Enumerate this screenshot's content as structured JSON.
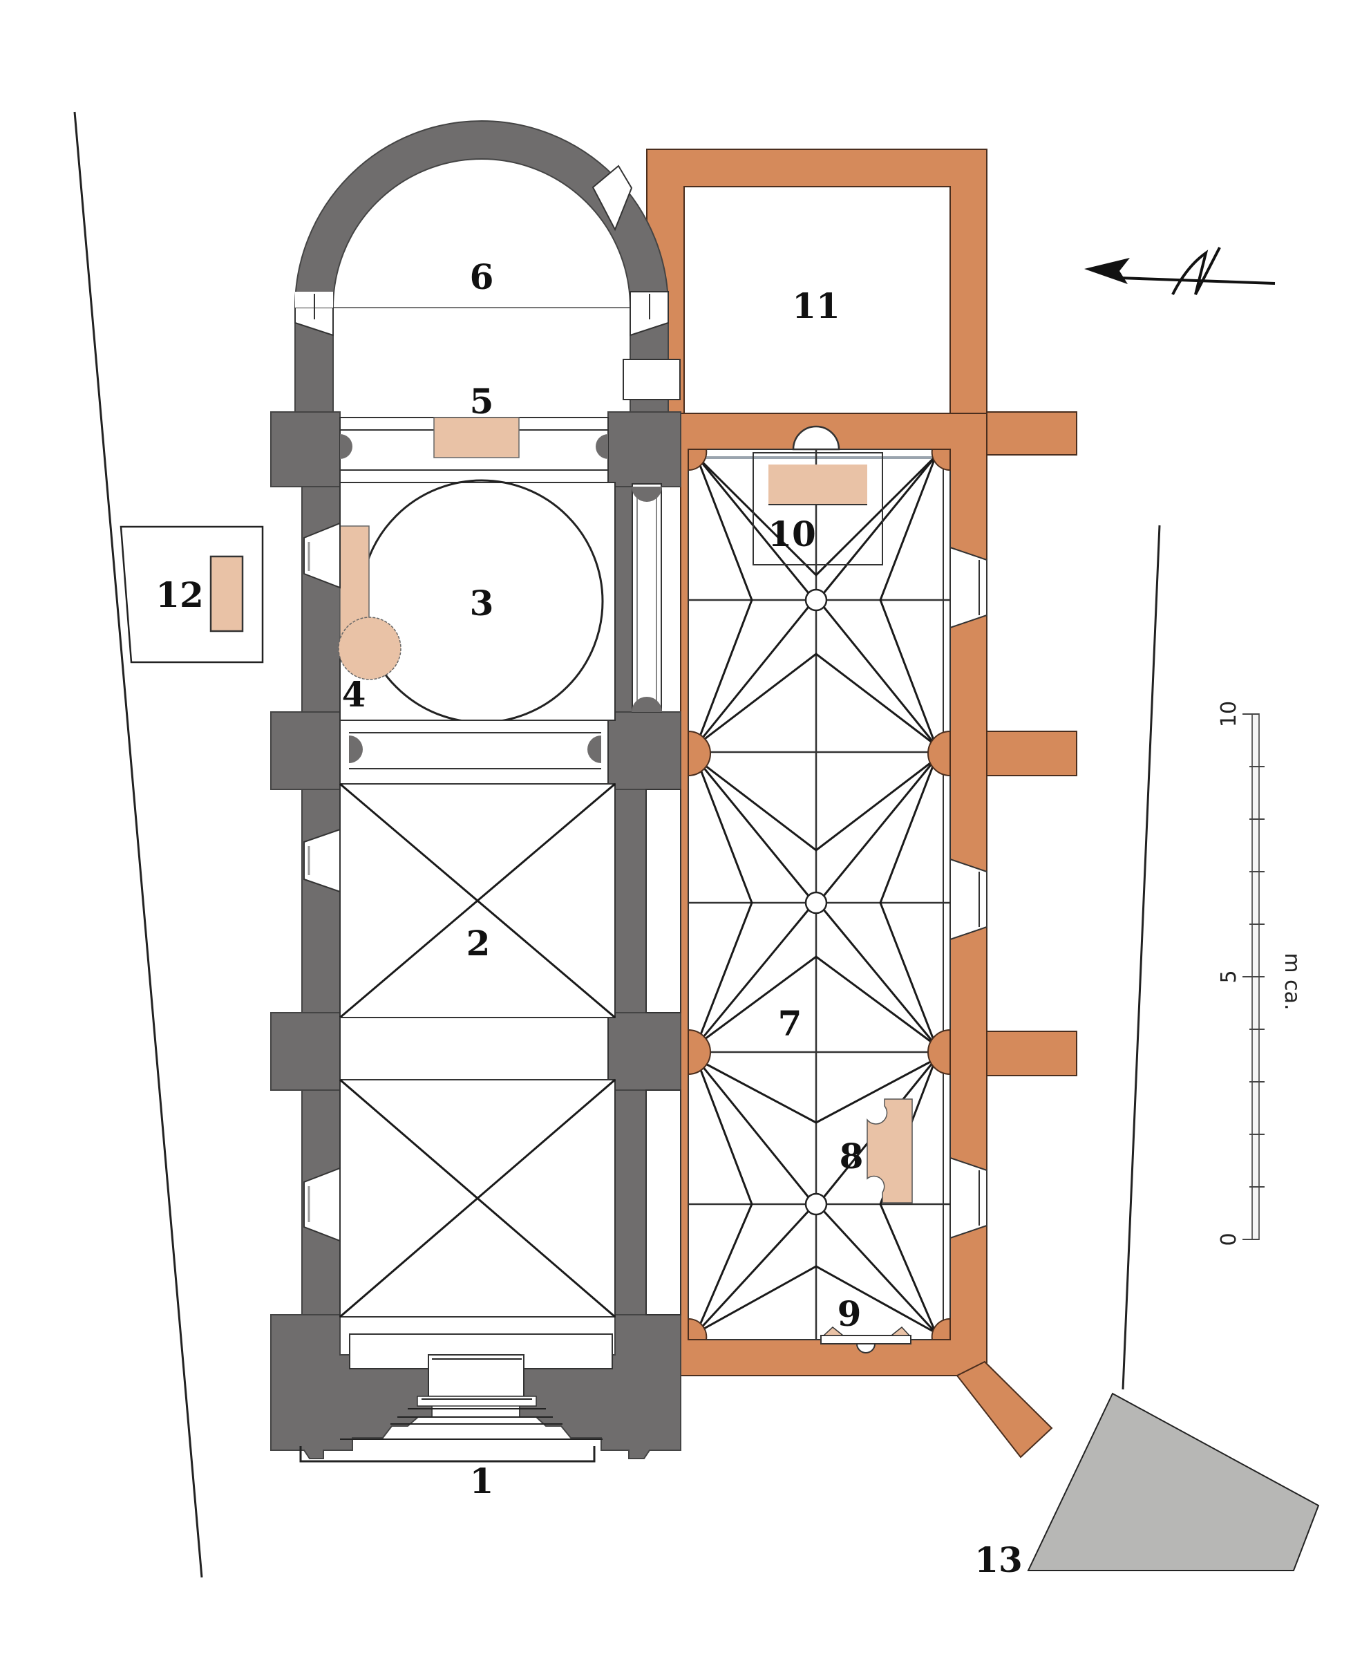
{
  "figure": {
    "type": "architectural-floor-plan",
    "colors": {
      "romanesque_wall": "#6f6d6d",
      "gothic_wall": "#d58a5b",
      "excavated_remains": "#e9c2a6",
      "adjacent_building": "#b7b7b5",
      "background": "#ffffff",
      "line": "#222222"
    }
  },
  "labels": {
    "l1": "1",
    "l2": "2",
    "l3": "3",
    "l4": "4",
    "l5": "5",
    "l6": "6",
    "l7": "7",
    "l8": "8",
    "l9": "9",
    "l10": "10",
    "l11": "11",
    "l12": "12",
    "l13": "13"
  },
  "north_arrow": {
    "icon": "north-arrow-icon",
    "letter": "N",
    "direction": "left"
  },
  "scale_bar": {
    "unit_label": "m ca.",
    "ticks": [
      "0",
      "5",
      "10"
    ],
    "min": 0,
    "max": 10,
    "subdivisions": 10
  }
}
